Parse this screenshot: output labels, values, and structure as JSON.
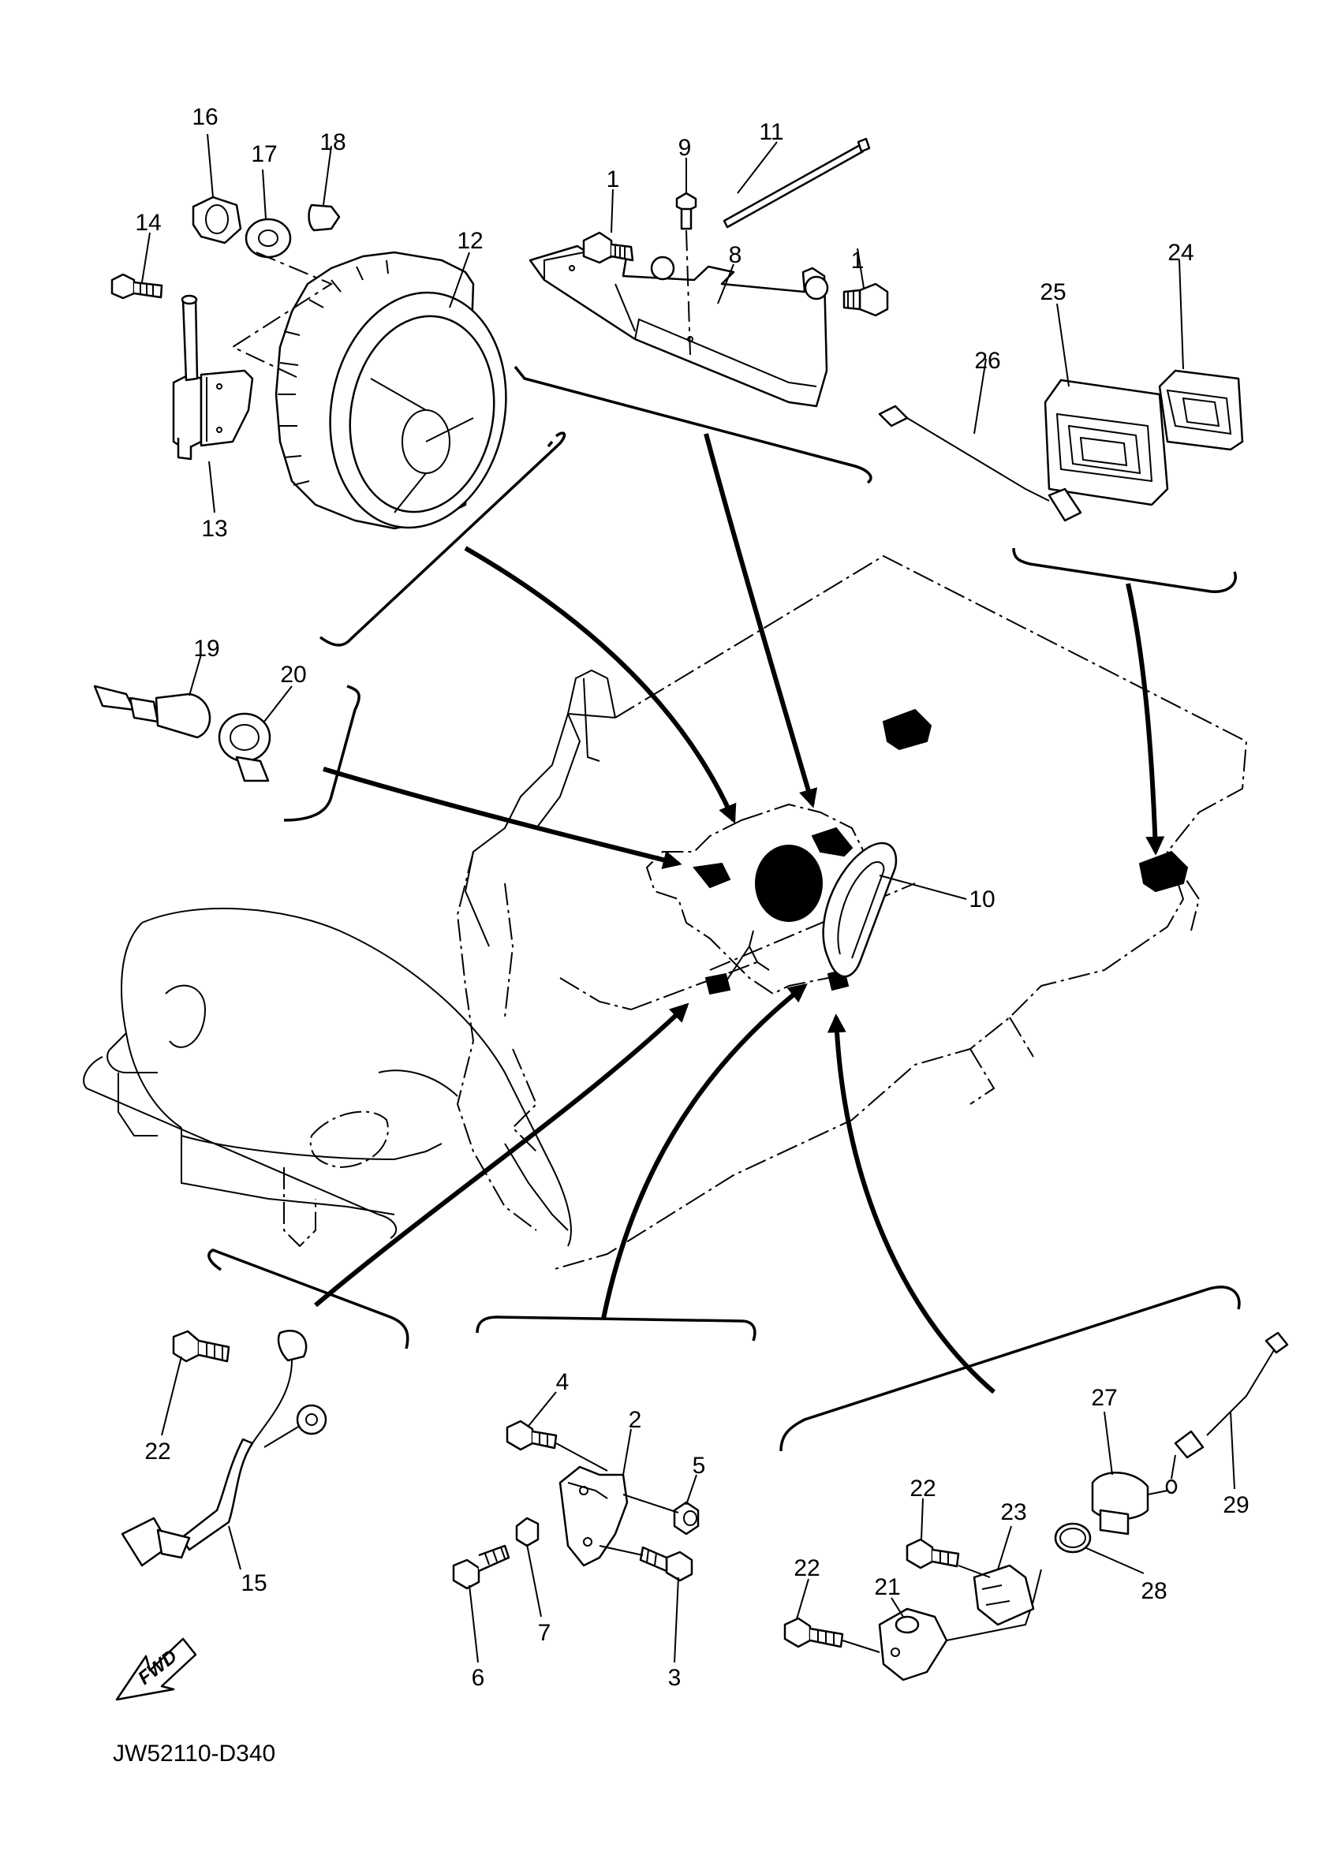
{
  "callouts": [
    "1",
    "1",
    "2",
    "3",
    "4",
    "5",
    "6",
    "7",
    "8",
    "9",
    "10",
    "11",
    "12",
    "13",
    "14",
    "15",
    "16",
    "17",
    "18",
    "19",
    "20",
    "21",
    "22",
    "22",
    "22",
    "23",
    "24",
    "25",
    "26",
    "27",
    "28",
    "29"
  ],
  "fwd_label": "FWD",
  "drawing_code": "JW52110-D340"
}
